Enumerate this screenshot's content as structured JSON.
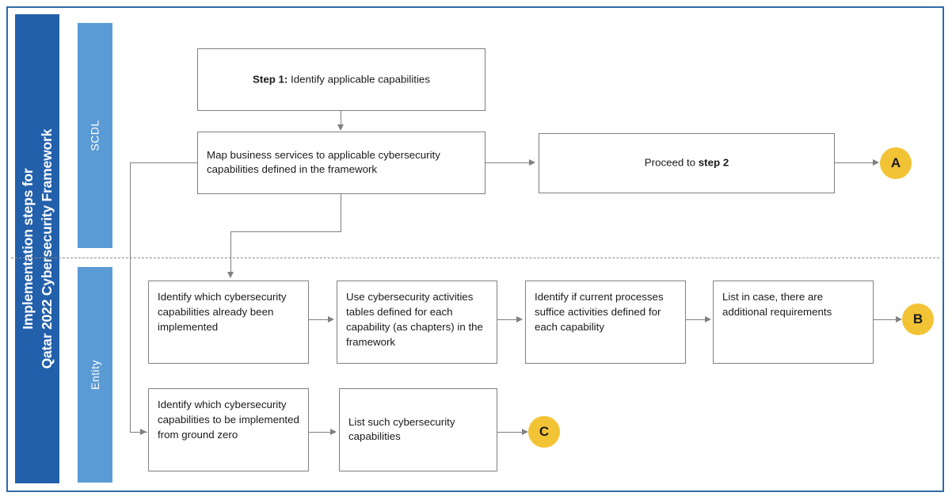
{
  "diagram": {
    "title": "Implementation steps for Qatar 2022 Cybersecurity Framework",
    "title_line1": "Implementation steps for",
    "title_line2": "Qatar 2022 Cybersecurity Framework",
    "colors": {
      "title_bar": "#2360ab",
      "lane_header": "#5b9bd5",
      "frame_border": "#2e6ca4",
      "box_border": "#808080",
      "connector_line": "#808080",
      "connector_circle": "#f2c335",
      "text": "#1a1a1a"
    }
  },
  "lanes": [
    {
      "id": "scdl",
      "label": "SCDL"
    },
    {
      "id": "entity",
      "label": "Entity"
    }
  ],
  "nodes": {
    "step1": {
      "label_bold": "Step 1:",
      "label_rest": " Identify applicable capabilities"
    },
    "map_services": {
      "label": "Map business services to applicable cybersecurity capabilities defined in the framework"
    },
    "proceed_step2": {
      "label_pre": "Proceed to ",
      "label_bold": "step 2"
    },
    "identify_implemented": {
      "label": "Identify which cybersecurity capabilities already been implemented"
    },
    "use_activities_tables": {
      "label": "Use cybersecurity activities tables defined for each capability (as chapters) in the framework"
    },
    "identify_suffice": {
      "label": "Identify if current processes suffice activities defined for each capability"
    },
    "list_additional": {
      "label": "List in case, there are additional requirements"
    },
    "identify_ground_zero": {
      "label": "Identify which cybersecurity capabilities to be implemented from ground zero"
    },
    "list_such_capabilities": {
      "label": "List such cybersecurity capabilities"
    }
  },
  "connectors": [
    {
      "id": "a",
      "label": "A"
    },
    {
      "id": "b",
      "label": "B"
    },
    {
      "id": "c",
      "label": "C"
    }
  ]
}
